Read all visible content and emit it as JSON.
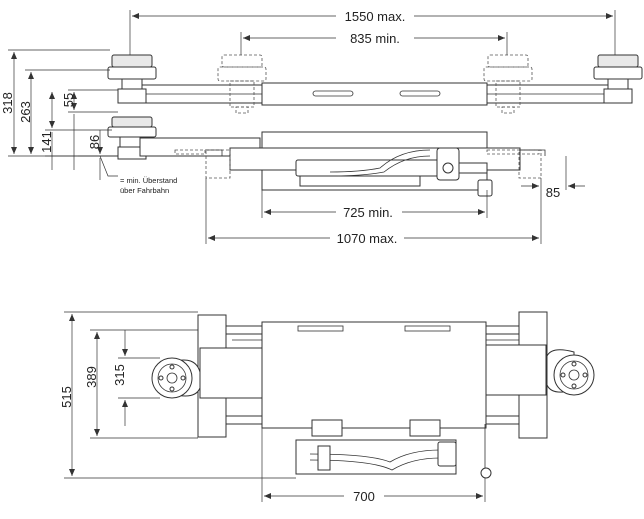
{
  "side_view": {
    "dim_1550": "1550 max.",
    "dim_835": "835 min.",
    "dim_725": "725 min.",
    "dim_1070": "1070 max.",
    "dim_85": "85",
    "dim_318": "318",
    "dim_263": "263",
    "dim_141": "141",
    "dim_55": "55",
    "dim_86": "86",
    "note_line1": "= min. Überstand",
    "note_line2": "über Fahrbahn"
  },
  "top_view": {
    "dim_515": "515",
    "dim_389": "389",
    "dim_315": "315",
    "dim_700": "700"
  }
}
